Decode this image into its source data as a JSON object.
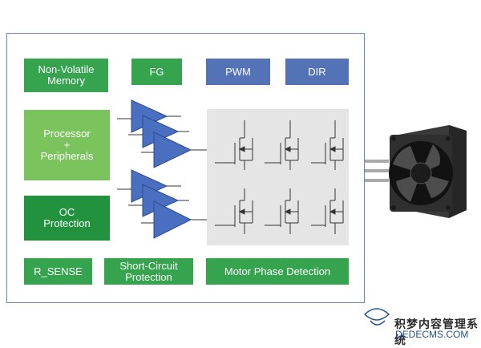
{
  "blocks": {
    "non_volatile_memory": "Non-Volatile\nMemory",
    "fg": "FG",
    "pwm": "PWM",
    "dir": "DIR",
    "processor": "Processor\n+\nPeripherals",
    "oc_protection": "OC\nProtection",
    "r_sense": "R_SENSE",
    "short_circuit": "Short-Circuit\nProtection",
    "motor_phase": "Motor Phase Detection"
  },
  "colors": {
    "green": "#36a34f",
    "dark_green": "#23923e",
    "light_green": "#7bc35d",
    "blue": "#5373b6",
    "driver_blue": "#4a6fc1",
    "frame": "#6e83b8"
  },
  "watermark": {
    "cn": "积梦内容管理系统",
    "url": "DEDECMS.COM"
  }
}
